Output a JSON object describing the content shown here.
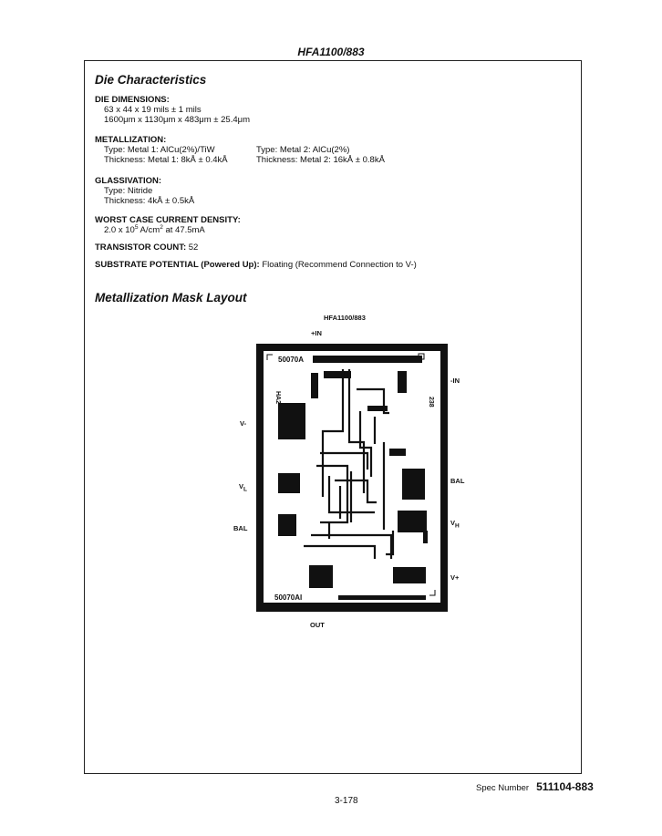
{
  "header": {
    "title": "HFA1100/883"
  },
  "die": {
    "title": "Die Characteristics",
    "dimensions": {
      "label": "DIE DIMENSIONS:",
      "line1": "63 x 44 x 19 mils ± 1 mils",
      "line2": "1600μm x 1130μm x 483μm ± 25.4μm"
    },
    "metallization": {
      "label": "METALLIZATION:",
      "type1": "Type: Metal 1: AlCu(2%)/TiW",
      "thick1": "Thickness: Metal 1: 8kÅ ± 0.4kÅ",
      "type2": "Type: Metal 2: AlCu(2%)",
      "thick2": "Thickness: Metal 2: 16kÅ ± 0.8kÅ"
    },
    "glassivation": {
      "label": "GLASSIVATION:",
      "type": "Type: Nitride",
      "thickness": "Thickness: 4kÅ ± 0.5kÅ"
    },
    "current_density": {
      "label": "WORST CASE CURRENT DENSITY:",
      "value_prefix": "2.0 x 10",
      "value_exp": "5",
      "value_mid": " A/cm",
      "value_exp2": "2",
      "value_suffix": " at 47.5mA"
    },
    "transistor_count": {
      "label": "TRANSISTOR COUNT:",
      "value": "52"
    },
    "substrate": {
      "label": "SUBSTRATE POTENTIAL (Powered Up):",
      "value": "Floating (Recommend Connection to V-)"
    }
  },
  "mask": {
    "title": "Metallization Mask Layout",
    "part": "HFA1100/883",
    "chip_top_text": "50070A",
    "chip_bottom_text": "50070AI",
    "chip_left_text": "HA2",
    "chip_right_text": "238",
    "pins": {
      "in_plus": "+IN",
      "in_minus": "-IN",
      "v_minus": "V-",
      "vl_main": "V",
      "vl_sub": "L",
      "bal_left": "BAL",
      "bal_right": "BAL",
      "vh_main": "V",
      "vh_sub": "H",
      "v_plus": "V+",
      "out": "OUT"
    }
  },
  "footer": {
    "spec_label": "Spec Number",
    "spec_number": "511104-883",
    "page": "3-178"
  }
}
